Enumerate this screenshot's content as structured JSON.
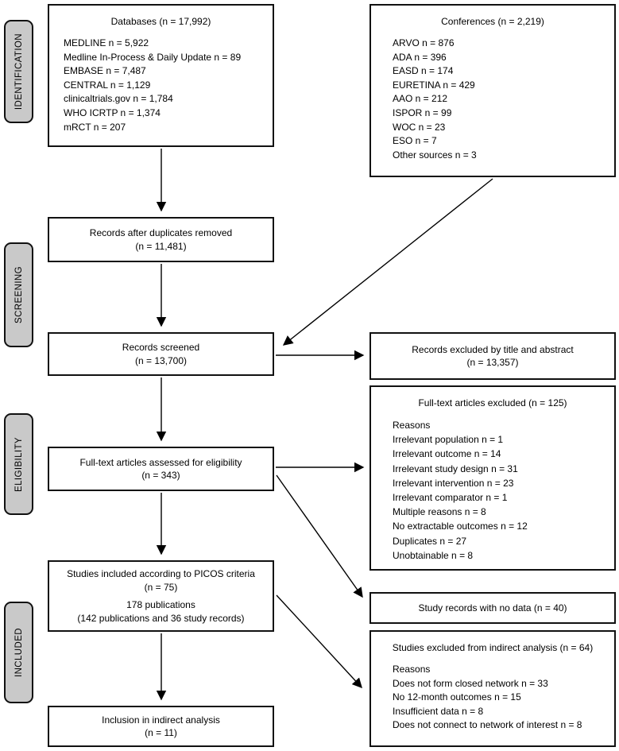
{
  "figure": {
    "background": "#ffffff",
    "line_color": "#000000",
    "stage_fill": "#c9c9c9"
  },
  "stages": [
    {
      "label": "IDENTIFICATION"
    },
    {
      "label": "SCREENING"
    },
    {
      "label": "ELIGIBILITY"
    },
    {
      "label": "INCLUDED"
    }
  ],
  "boxes": {
    "databases": {
      "title": "Databases (n = 17,992)",
      "items": [
        "MEDLINE n = 5,922",
        "Medline In-Process & Daily Update n = 89",
        "EMBASE n = 7,487",
        "CENTRAL n = 1,129",
        "clinicaltrials.gov n = 1,784",
        "WHO ICRTP n = 1,374",
        "mRCT n = 207"
      ]
    },
    "conferences": {
      "title": "Conferences (n = 2,219)",
      "items": [
        "ARVO n = 876",
        "ADA n = 396",
        "EASD n = 174",
        "EURETINA n = 429",
        "AAO n = 212",
        "ISPOR n = 99",
        "WOC n = 23",
        "ESO n = 7",
        "Other sources n = 3"
      ]
    },
    "duplicates_removed": {
      "line1": "Records after duplicates removed",
      "line2": "(n = 11,481)"
    },
    "records_screened": {
      "line1": "Records screened",
      "line2": "(n = 13,700)"
    },
    "records_excluded": {
      "line1": "Records excluded by title and abstract",
      "line2": "(n = 13,357)"
    },
    "fulltext_assessed": {
      "line1": "Full-text articles assessed for eligibility",
      "line2": "(n = 343)"
    },
    "fulltext_excluded": {
      "title": "Full-text articles excluded (n = 125)",
      "items": [
        "Reasons",
        "Irrelevant population n = 1",
        "Irrelevant outcome n = 14",
        "Irrelevant study design n = 31",
        "Irrelevant intervention n = 23",
        "Irrelevant comparator n = 1",
        "Multiple reasons n = 8",
        "No extractable outcomes n = 12",
        "Duplicates n = 27",
        "Unobtainable n = 8"
      ]
    },
    "picos_included": {
      "line1": "Studies included according to PICOS criteria",
      "line2": "(n = 75)",
      "line3": "178 publications",
      "line4": "(142 publications and 36 study records)"
    },
    "no_data": {
      "line1": "Study records with no data (n = 40)"
    },
    "indirect_excluded": {
      "title": "Studies excluded from indirect analysis (n = 64)",
      "items": [
        "Reasons",
        "Does not form closed network n = 33",
        "No 12-month outcomes n = 15",
        "Insufficient data n = 8",
        "Does not connect to network of interest n = 8"
      ]
    },
    "indirect_inclusion": {
      "line1": "Inclusion in indirect analysis",
      "line2": "(n = 11)"
    }
  }
}
